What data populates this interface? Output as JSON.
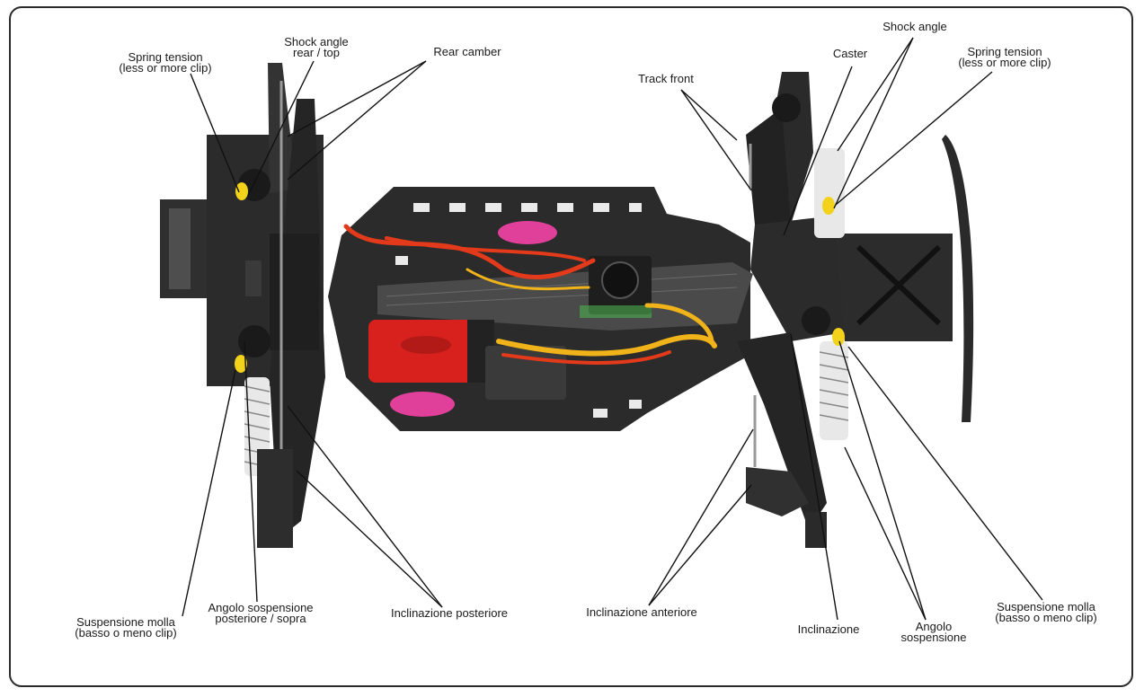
{
  "labels": {
    "spring_tension_rear": {
      "line1": "Spring tension",
      "line2": "(less or more clip)"
    },
    "shock_angle_rear": {
      "line1": "Shock angle",
      "line2": "rear / top"
    },
    "rear_camber": "Rear camber",
    "track_front": "Track front",
    "caster": "Caster",
    "shock_angle": "Shock angle",
    "spring_tension_front": {
      "line1": "Spring tension",
      "line2": "(less or more clip)"
    },
    "suspensione_molla_rear": {
      "line1": "Suspensione molla",
      "line2": "(basso o meno clip)"
    },
    "angolo_sospensione_rear": {
      "line1": "Angolo sospensione",
      "line2": "posteriore / sopra"
    },
    "inclinazione_posteriore": "Inclinazione posteriore",
    "inclinazione_anteriore": "Inclinazione anteriore",
    "inclinazione": "Inclinazione",
    "angolo_sospensione": {
      "line1": "Angolo",
      "line2": "sospensione"
    },
    "suspensione_molla_front": {
      "line1": "Suspensione molla",
      "line2": "(basso o meno clip)"
    }
  },
  "colors": {
    "chassis": "#2b2b2b",
    "chassis_dark": "#161616",
    "carbon": "#3a3a3a",
    "motor_red": "#d8201c",
    "spring_yellow": "#f2d21a",
    "wire_red": "#e23a1a",
    "wire_yellow": "#f0b41a",
    "badge_pink": "#e0409a",
    "leader": "#111111"
  }
}
